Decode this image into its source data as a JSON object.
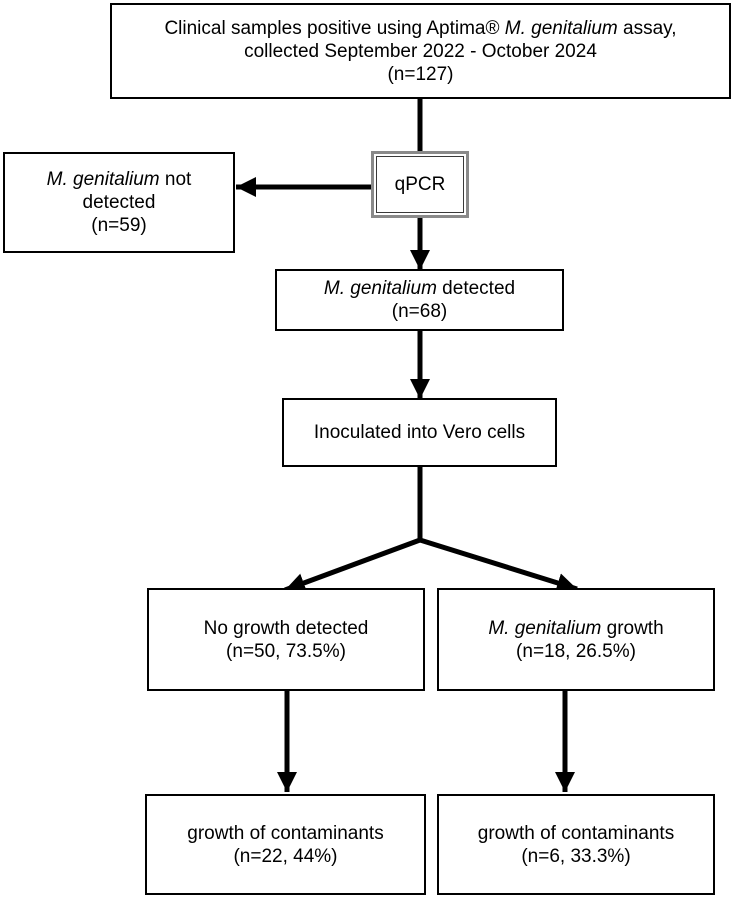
{
  "boxes": {
    "source": {
      "line1_pre": "Clinical samples positive using Aptima® ",
      "line1_em": "M. genitalium",
      "line1_post": " assay,",
      "line2": "collected September 2022 - October 2024",
      "count": "(n=127)"
    },
    "qpcr": {
      "label": "qPCR"
    },
    "not_detected": {
      "line1_em": "M. genitalium",
      "line1_post": " not",
      "line2": "detected",
      "count": "(n=59)"
    },
    "detected": {
      "line1_em": "M. genitalium",
      "line1_post": " detected",
      "count": "(n=68)"
    },
    "inoculated": {
      "label": "Inoculated into Vero cells"
    },
    "no_growth": {
      "line1": "No growth detected",
      "count": "(n=50, 73.5%)"
    },
    "growth": {
      "line1_em": "M. genitalium",
      "line1_post": " growth",
      "count": "(n=18, 26.5%)"
    },
    "contam_left": {
      "line1": "growth of contaminants",
      "count": "(n=22, 44%)"
    },
    "contam_right": {
      "line1": "growth of contaminants",
      "count": "(n=6, 33.3%)"
    }
  }
}
